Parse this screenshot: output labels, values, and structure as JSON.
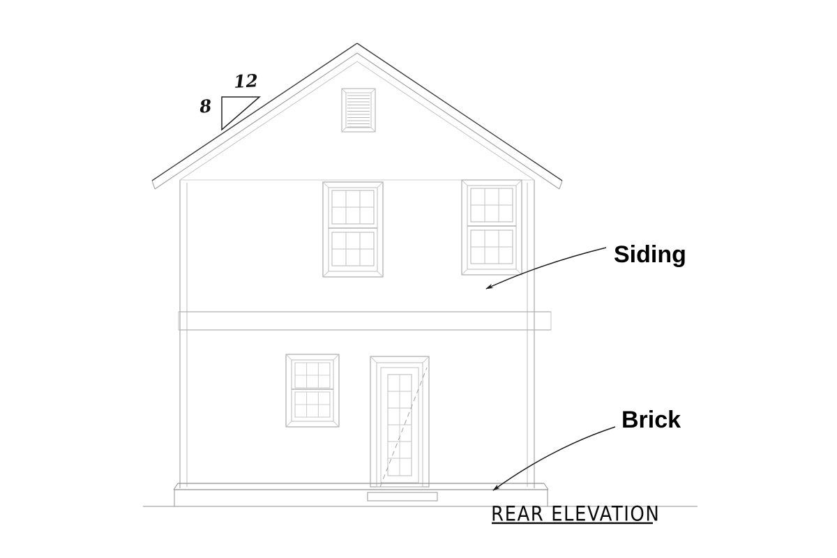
{
  "sheet": {
    "title": "REAR ELEVATION",
    "background_color": "#ffffff",
    "line_color": "#9a9a9a",
    "heavy_line_color": "#2b2b2b",
    "text_color": "#000000"
  },
  "roof_pitch": {
    "rise": "8",
    "run": "12",
    "notation": "8:12"
  },
  "annotations": [
    {
      "id": "siding",
      "label": "Siding",
      "points_to": "upper-right-wall-siding"
    },
    {
      "id": "brick",
      "label": "Brick",
      "points_to": "foundation-brick"
    }
  ],
  "building": {
    "name": "two-story-gable-house",
    "stories": 2,
    "gable_vent": {
      "name": "louvered-gable-vent",
      "louver_count": 11
    },
    "band_trim": {
      "name": "floor-band-trim"
    },
    "corner_boards": 2,
    "foundation": {
      "material": "Brick",
      "has_step": true
    },
    "openings": [
      {
        "name": "upper-left-window",
        "type": "double-hung-window",
        "lites": "6-over-6"
      },
      {
        "name": "upper-right-window",
        "type": "double-hung-window",
        "lites": "6-over-6"
      },
      {
        "name": "lower-left-window",
        "type": "double-hung-window",
        "lites": "6-over-6"
      },
      {
        "name": "rear-entry-door",
        "type": "glass-panel-door",
        "lites": "2-over-6",
        "swing": "dashed"
      }
    ]
  }
}
